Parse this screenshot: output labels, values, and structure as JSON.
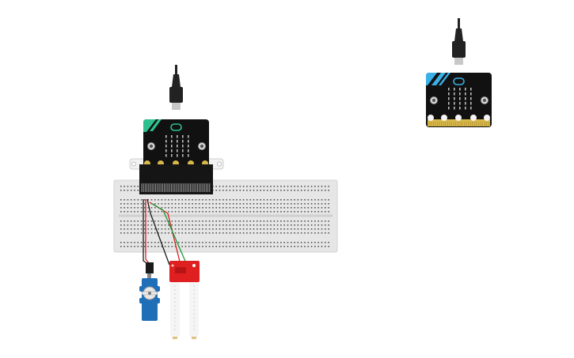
{
  "canvas": {
    "background": "#ffffff"
  },
  "components": {
    "microbit_main": {
      "kind": "micro:bit",
      "cable": "usb",
      "connected_to_breadboard": true
    },
    "microbit_secondary": {
      "kind": "micro:bit",
      "cable": "usb",
      "connected_to_breadboard": false
    },
    "breadboard": {
      "kind": "breadboard",
      "color": "#e6e6e6"
    },
    "servo": {
      "kind": "servo motor",
      "color": "#1f6fb8"
    },
    "soil_sensor": {
      "kind": "soil moisture sensor",
      "color": "#e02020"
    }
  },
  "wires": [
    {
      "color": "#1a1a1a"
    },
    {
      "color": "#d62020"
    },
    {
      "color": "#1a9a3a"
    }
  ],
  "colors": {
    "board_black": "#111111",
    "microbit_accent_main": "#2fbf8f",
    "microbit_accent_secondary": "#3ab0e6",
    "gold_pins": "#d8b84a"
  }
}
